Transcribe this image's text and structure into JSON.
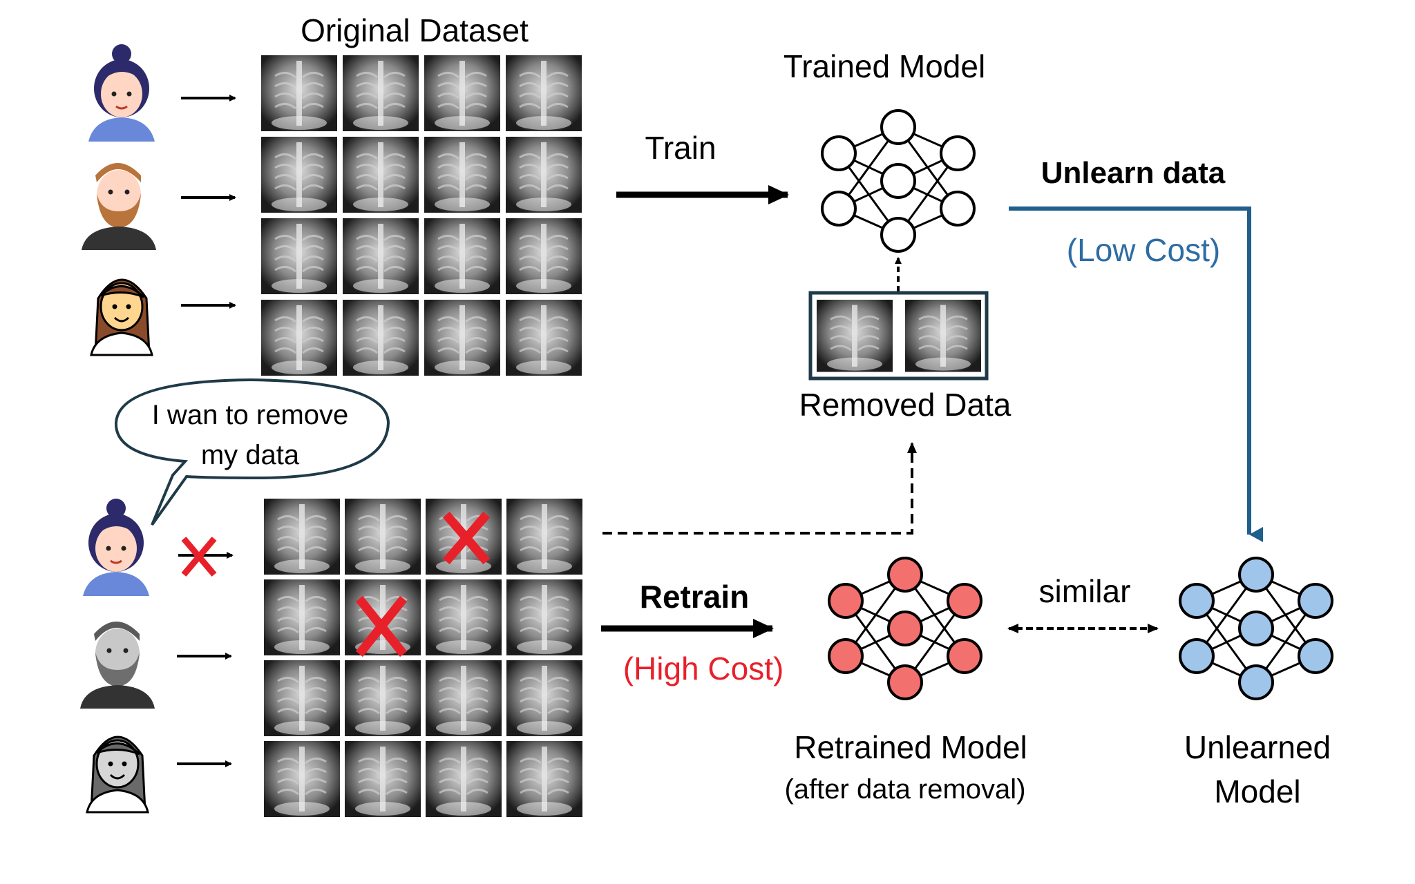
{
  "labels": {
    "original_dataset": "Original Dataset",
    "trained_model": "Trained Model",
    "train": "Train",
    "unlearn_data": "Unlearn data",
    "low_cost": "(Low Cost)",
    "removed_data": "Removed Data",
    "speech_line1": "I wan to remove",
    "speech_line2": "my data",
    "retrain": "Retrain",
    "high_cost": "(High Cost)",
    "similar": "similar",
    "retrained_model": "Retrained Model",
    "retrained_model_sub": "(after data removal)",
    "unlearned_line1": "Unlearned",
    "unlearned_line2": "Model"
  },
  "colors": {
    "text": "#000000",
    "low_cost_blue": "#2e6ca4",
    "unlearn_path_blue": "#1f5f8b",
    "high_cost_red": "#e8202a",
    "retrained_node": "#f2716e",
    "unlearned_node": "#9fc5ea",
    "removed_mark": "#e8202a",
    "person_top_shirt": "#6a88d9",
    "person_hair_dark": "#2c2a6b",
    "person_beard_brown": "#b8743b",
    "person_skin": "#ffd6c4"
  },
  "people": {
    "top": [
      "woman-bun-icon",
      "bearded-man-icon",
      "long-hair-woman-icon"
    ],
    "bottom": [
      "woman-bun-icon",
      "bearded-man-gray-icon",
      "long-hair-woman-gray-icon"
    ]
  },
  "icons": {
    "removed_marker": "red-x-icon",
    "xray_tile": "chest-xray-icon"
  }
}
